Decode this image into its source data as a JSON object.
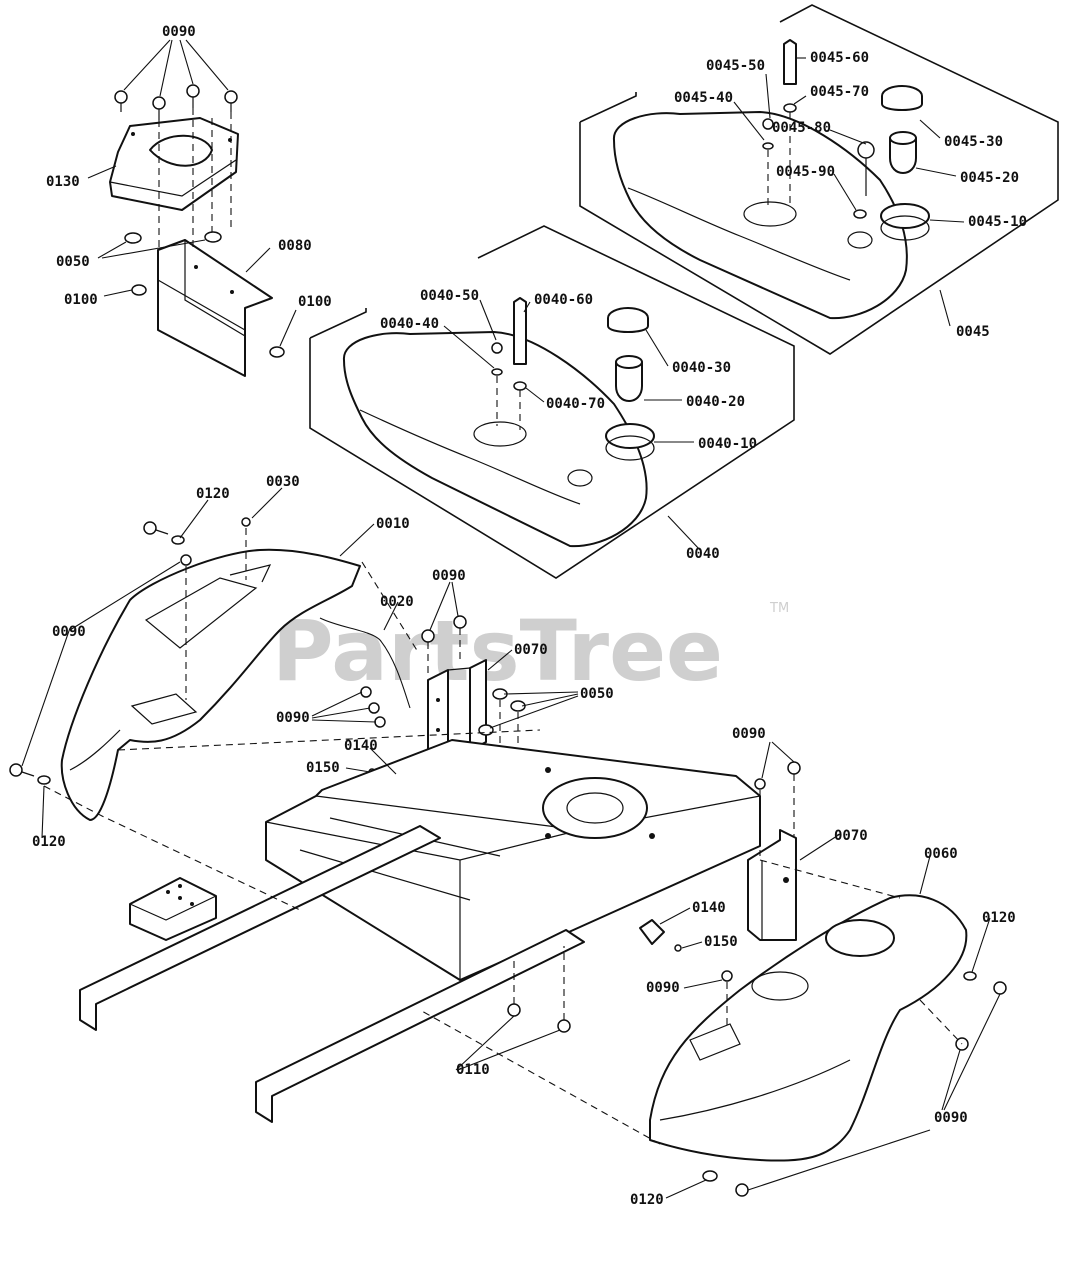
{
  "watermark": {
    "brand": "PartsTree",
    "trademark": "TM"
  },
  "labels": {
    "l0090_top": "0090",
    "l0130": "0130",
    "l0050_left": "0050",
    "l0080": "0080",
    "l0100_a": "0100",
    "l0100_b": "0100",
    "l0045_50": "0045-50",
    "l0045_60": "0045-60",
    "l0045_40": "0045-40",
    "l0045_70": "0045-70",
    "l0045_80": "0045-80",
    "l0045_30": "0045-30",
    "l0045_90": "0045-90",
    "l0045_20": "0045-20",
    "l0045_10": "0045-10",
    "l0045": "0045",
    "l0040_50": "0040-50",
    "l0040_60": "0040-60",
    "l0040_40": "0040-40",
    "l0040_30": "0040-30",
    "l0040_70": "0040-70",
    "l0040_20": "0040-20",
    "l0040_10": "0040-10",
    "l0040": "0040",
    "l0120_a": "0120",
    "l0030": "0030",
    "l0010": "0010",
    "l0090_b": "0090",
    "l0020": "0020",
    "l0090_c": "0090",
    "l0070_a": "0070",
    "l0050_right": "0050",
    "l0090_d": "0090",
    "l0140_a": "0140",
    "l0150_a": "0150",
    "l0120_b": "0120",
    "l0090_e": "0090",
    "l0070_b": "0070",
    "l0060": "0060",
    "l0120_c": "0120",
    "l0140_b": "0140",
    "l0150_b": "0150",
    "l0090_f": "0090",
    "l0110": "0110",
    "l0090_g": "0090",
    "l0120_d": "0120"
  }
}
